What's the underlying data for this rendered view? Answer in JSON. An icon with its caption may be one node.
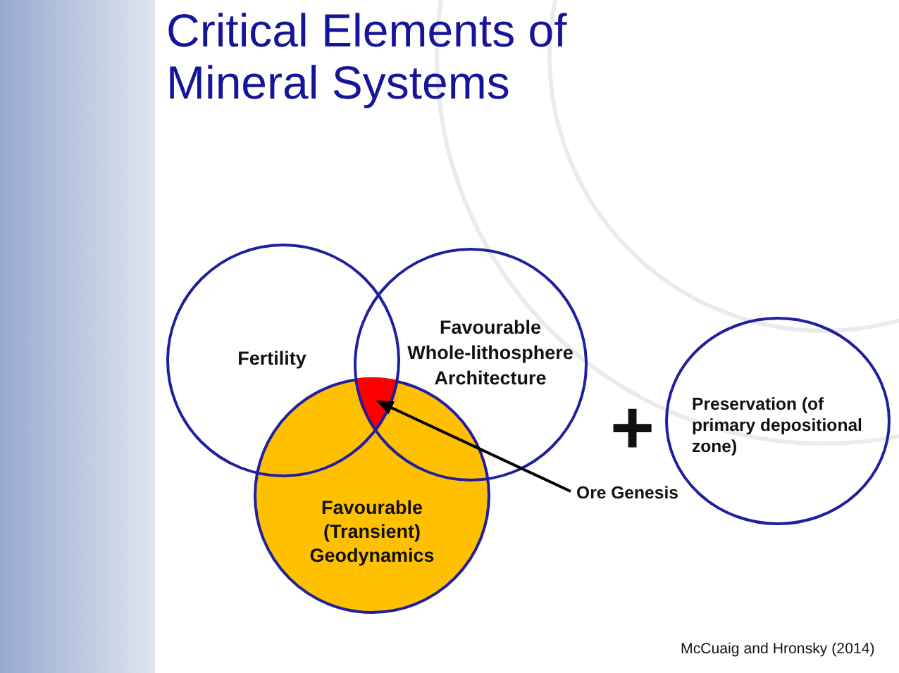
{
  "diagram": {
    "title": "Critical Elements of Mineral Systems",
    "nodes": [
      {
        "text": [
          "Fertility"
        ]
      },
      {
        "text": [
          "Favourable Whole-lithosphere Architecture"
        ]
      },
      {
        "text": [
          "Favourable (Transient) Geodynamics"
        ]
      },
      {
        "text": [],
        "shape": "triangle"
      },
      {
        "text": [
          "Ore Genesis"
        ]
      },
      {
        "text": [
          "Preservation (of primary depositional zone)"
        ]
      }
    ],
    "edges": [
      {
        "from": 4,
        "to": 3,
        "arrow": "to"
      }
    ],
    "labels": [
      "+",
      "McCuaig and Hronsky (2014)"
    ]
  }
}
